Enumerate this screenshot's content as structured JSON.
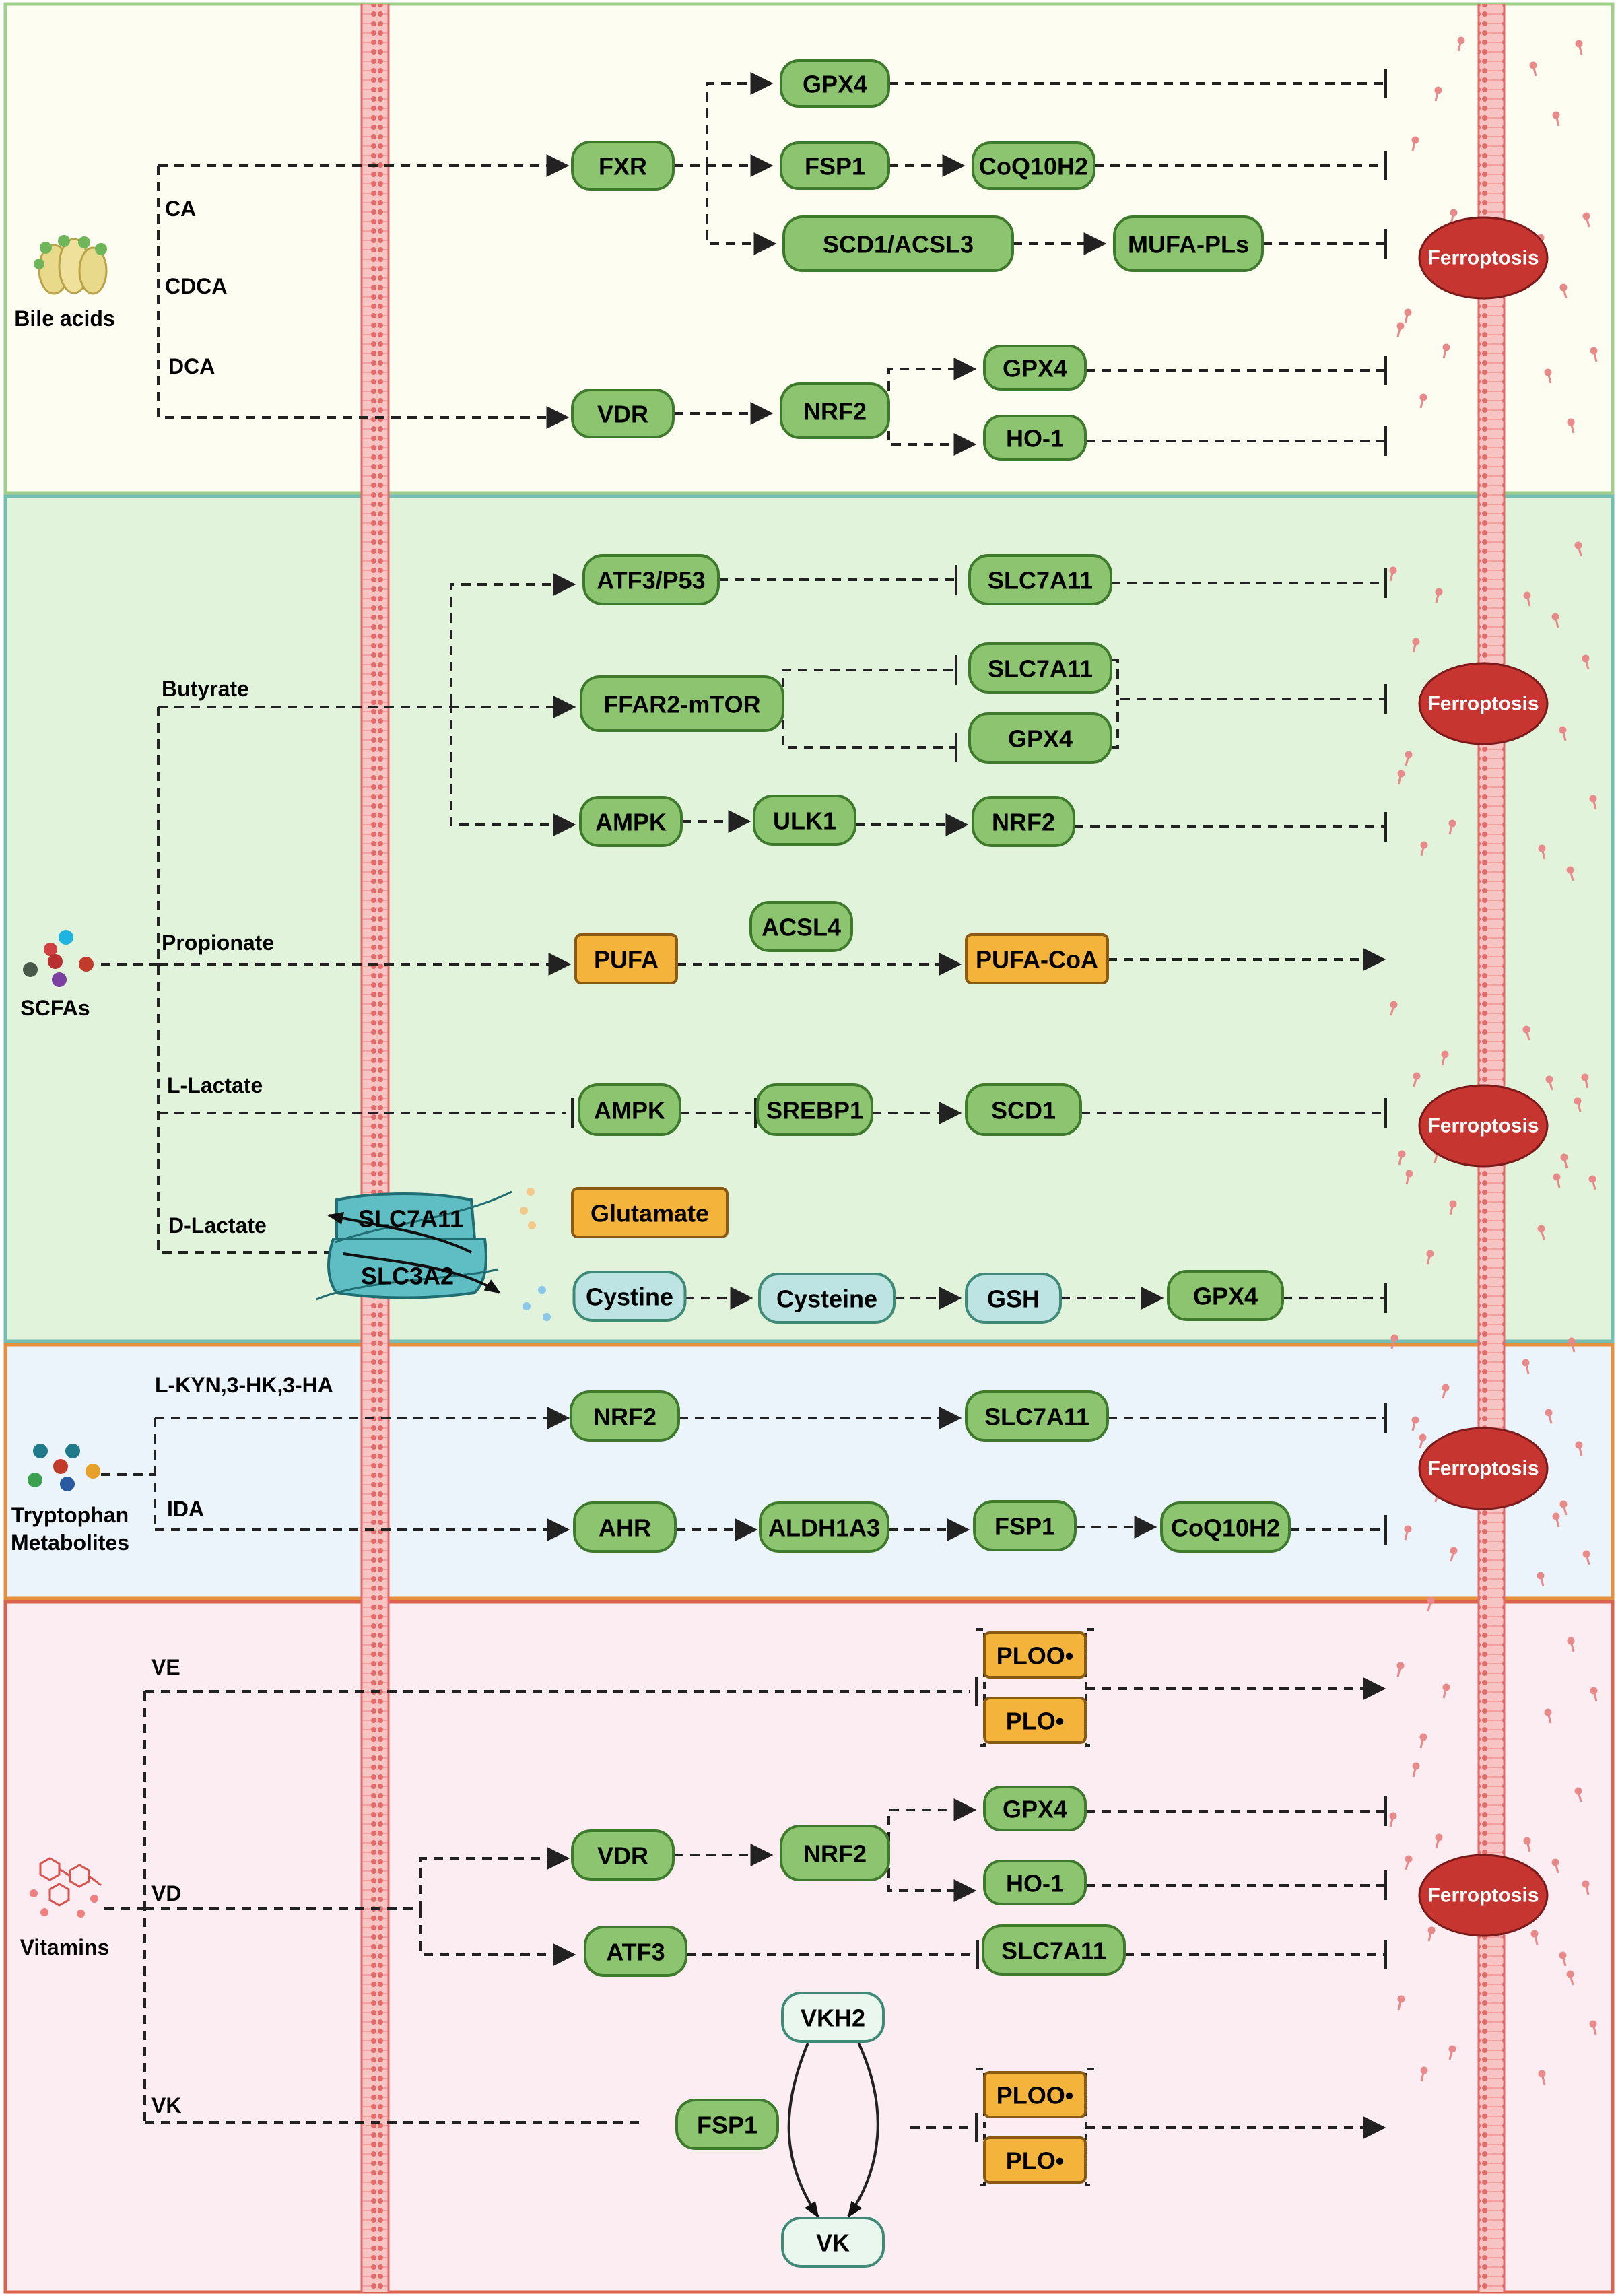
{
  "colors": {
    "panel_bile_bg": "#fefdf1",
    "panel_bile_border": "#9fcf8b",
    "panel_scfa_bg": "#e1f3db",
    "panel_scfa_border": "#74bfb4",
    "panel_trp_bg": "#ebf3fb",
    "panel_trp_border": "#e7903c",
    "panel_vit_bg": "#fcedf3",
    "panel_vit_border": "#d9634d",
    "protein_fill": "#8cc46f",
    "protein_stroke": "#3e7a2c",
    "lipid_fill": "#f4b43c",
    "lipid_stroke": "#8a5a12",
    "amino_fill": "#bde3e3",
    "amino_stroke": "#3f8a77",
    "vk_fill": "#eaf7ee",
    "ferroptosis_fill": "#c73530",
    "membrane": "#e46a6a",
    "transporter": "#5fbec3"
  },
  "sources": {
    "bile": "Bile acids",
    "scfa": "SCFAs",
    "trp_line1": "Tryptophan",
    "trp_line2": "Metabolites",
    "vit": "Vitamins"
  },
  "path_labels": {
    "ca": "CA",
    "cdca": "CDCA",
    "dca": "DCA",
    "butyrate": "Butyrate",
    "propionate": "Propionate",
    "l_lactate": "L-Lactate",
    "d_lactate": "D-Lactate",
    "kyn": "L-KYN,3-HK,3-HA",
    "ida": "IDA",
    "ve": "VE",
    "vd": "VD",
    "vk": "VK"
  },
  "nodes": {
    "fxr": "FXR",
    "gpx4_a": "GPX4",
    "fsp1_a": "FSP1",
    "coq10h2_a": "CoQ10H2",
    "scd1_acsl3": "SCD1/ACSL3",
    "mufa_pls": "MUFA-PLs",
    "vdr_a": "VDR",
    "nrf2_a": "NRF2",
    "gpx4_b": "GPX4",
    "ho1_a": "HO-1",
    "atf3_p53": "ATF3/P53",
    "slc7a11_a": "SLC7A11",
    "ffar2_mtor": "FFAR2-mTOR",
    "slc7a11_b": "SLC7A11",
    "gpx4_c": "GPX4",
    "ampk_a": "AMPK",
    "ulk1": "ULK1",
    "nrf2_b": "NRF2",
    "acsl4": "ACSL4",
    "pufa": "PUFA",
    "pufa_coa": "PUFA-CoA",
    "ampk_b": "AMPK",
    "srebp1": "SREBP1",
    "scd1": "SCD1",
    "glutamate": "Glutamate",
    "cystine": "Cystine",
    "cysteine": "Cysteine",
    "gsh": "GSH",
    "gpx4_d": "GPX4",
    "nrf2_c": "NRF2",
    "slc7a11_c": "SLC7A11",
    "ahr": "AHR",
    "aldh1a3": "ALDH1A3",
    "fsp1_b": "FSP1",
    "coq10h2_b": "CoQ10H2",
    "ploo_a": "PLOO•",
    "plo_a": "PLO•",
    "vdr_b": "VDR",
    "nrf2_d": "NRF2",
    "gpx4_e": "GPX4",
    "ho1_b": "HO-1",
    "atf3": "ATF3",
    "slc7a11_d": "SLC7A11",
    "vkh2": "VKH2",
    "fsp1_c": "FSP1",
    "vk": "VK",
    "ploo_b": "PLOO•",
    "plo_b": "PLO•"
  },
  "transporter": {
    "top": "SLC7A11",
    "bottom": "SLC3A2"
  },
  "ferroptosis": {
    "f1": "Ferroptosis",
    "f2": "Ferroptosis",
    "f3": "Ferroptosis",
    "f4": "Ferroptosis",
    "f5": "Ferroptosis"
  }
}
